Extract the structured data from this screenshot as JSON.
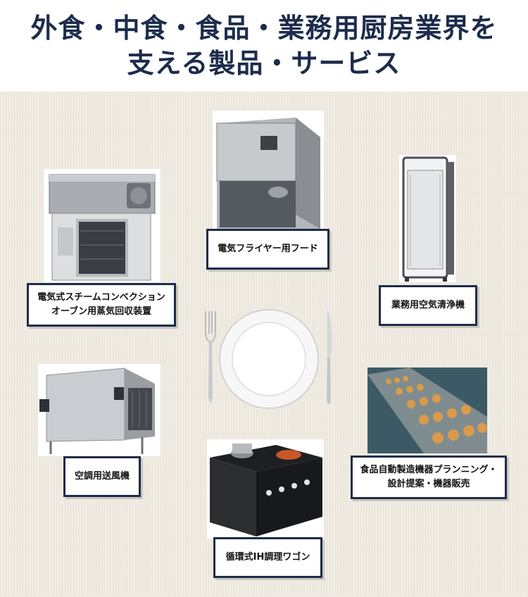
{
  "header": {
    "title_line1": "外食・中食・食品・業務用厨房業界を",
    "title_line2": "支える製品・サービス"
  },
  "products": {
    "steam_oven": {
      "label_line1": "電気式スチームコンベクション",
      "label_line2": "オーブン用蒸気回収装置",
      "icon": "steam-convection-oven-icon"
    },
    "fryer_hood": {
      "label": "電気フライヤー用フード",
      "icon": "fryer-hood-icon"
    },
    "air_purifier": {
      "label": "業務用空気清浄機",
      "icon": "air-purifier-icon"
    },
    "ventilation_fan": {
      "label": "空調用送風機",
      "icon": "ventilation-fan-icon"
    },
    "ih_wagon": {
      "label": "循環式IH調理ワゴン",
      "icon": "ih-cooking-wagon-icon"
    },
    "food_machinery": {
      "label_line1": "食品自動製造機器プランニング・",
      "label_line2": "設計提案・機器販売",
      "icon": "conveyor-cookies-icon"
    }
  },
  "colors": {
    "navy": "#1d2c4c",
    "background": "#efeae0"
  }
}
